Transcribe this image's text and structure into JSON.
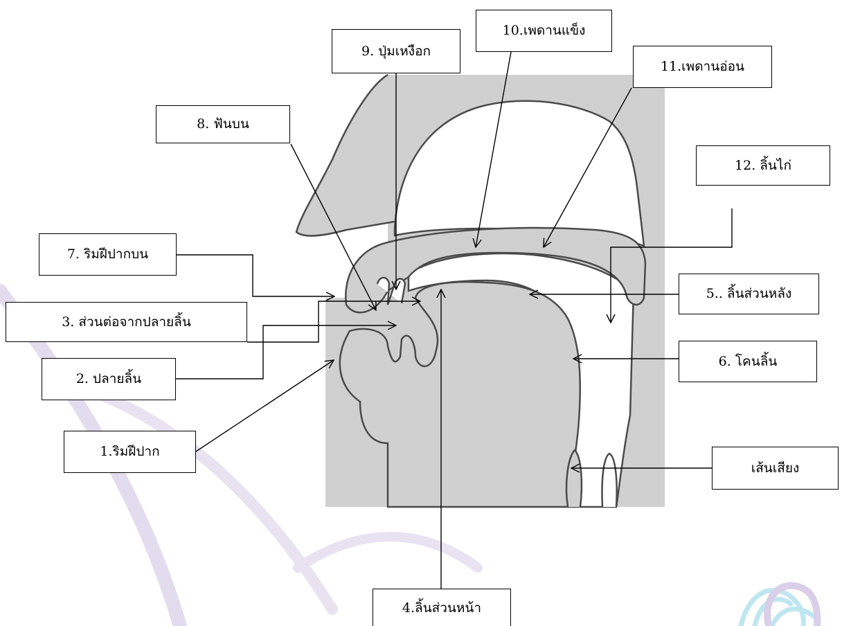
{
  "diagram": {
    "labels": {
      "lips": "1.ริมฝีปาก",
      "tongue_tip": "2. ปลายลิ้น",
      "tongue_blade": "3. ส่วนต่อจากปลายลิ้น",
      "front_tongue": "4.ลิ้นส่วนหน้า",
      "back_tongue": "5.. ลิ้นส่วนหลัง",
      "tongue_root": "6. โคนลิ้น",
      "upper_lip": "7. ริมฝีปากบน",
      "upper_teeth": "8. ฟันบน",
      "alveolar_ridge": "9. ปุ่มเหงือก",
      "hard_palate": "10.เพดานแข็ง",
      "soft_palate": "11.เพดานอ่อน",
      "uvula": "12. ลิ้นไก่",
      "vocal_cords": "เส้นเสียง"
    },
    "colors": {
      "tissue_fill": "#d0d0d0",
      "outline": "#4a4a4a",
      "box_border": "#000000",
      "watermark": "#d9cfe8"
    }
  }
}
